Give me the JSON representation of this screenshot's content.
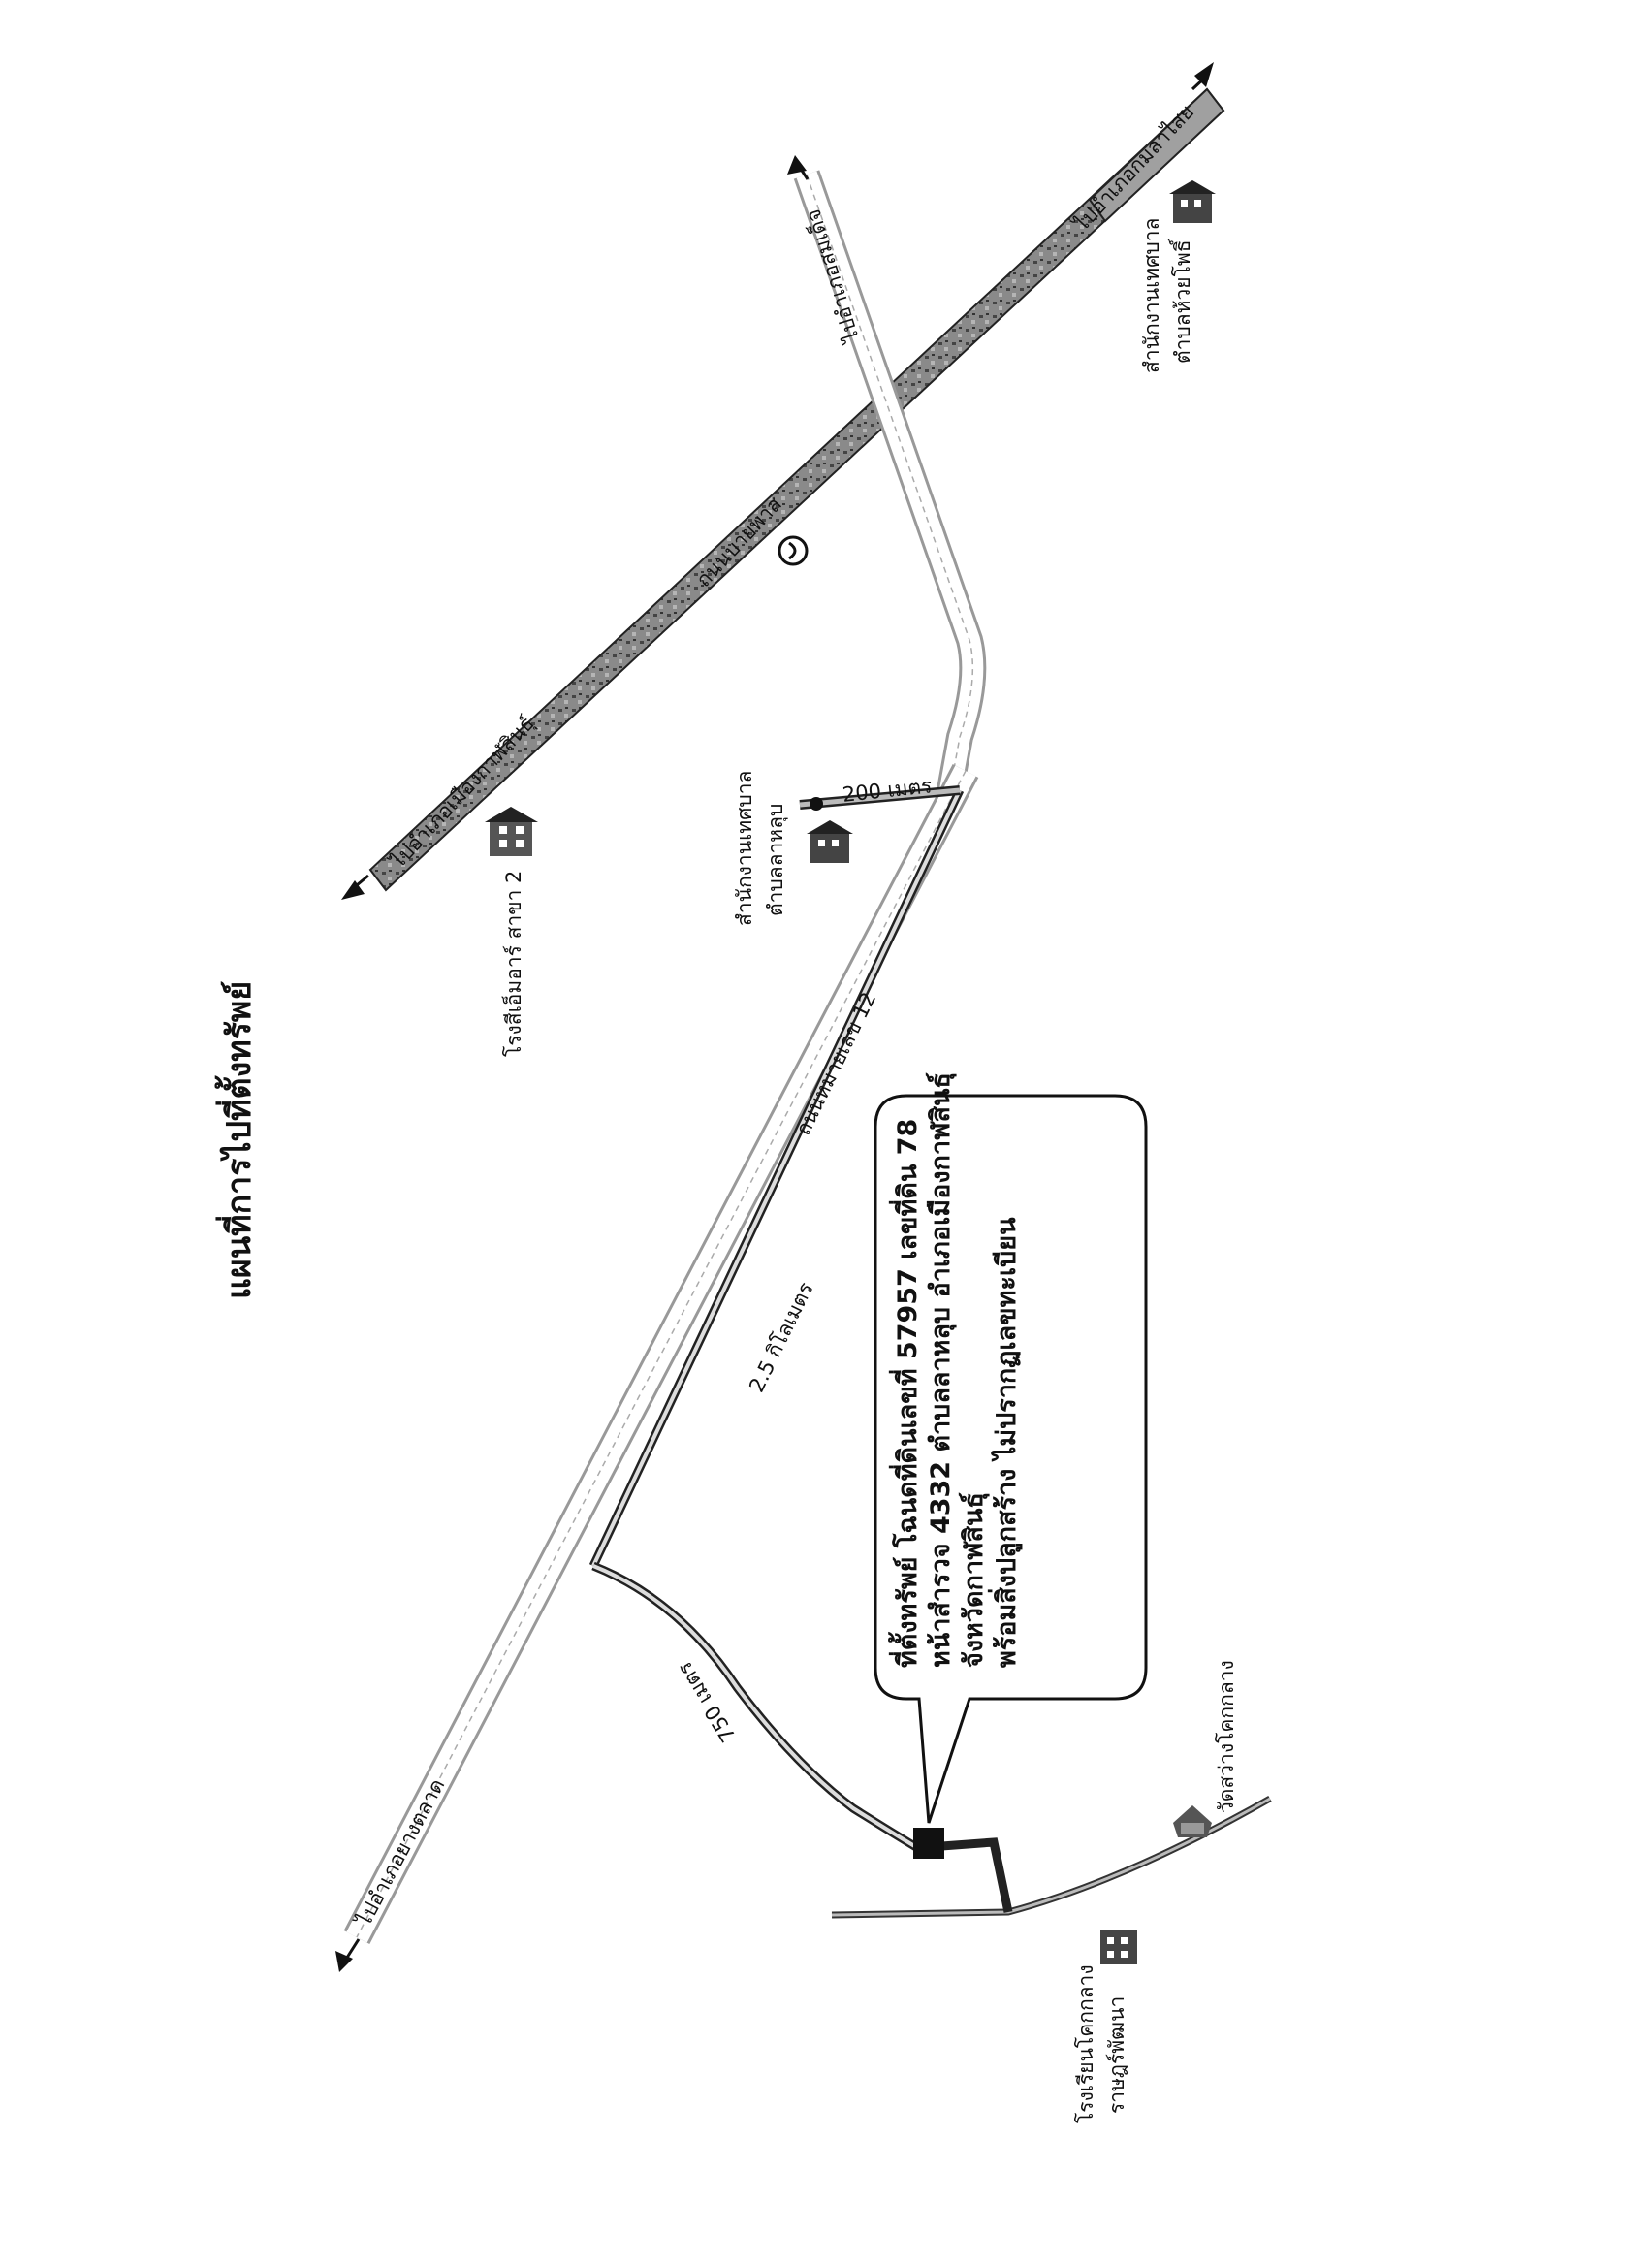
{
  "title": "แผนที่การไปที่ตั้งทรัพย์",
  "roads": {
    "highway_to_mueang": "ไปอำเภอเมืองกาฬสินธุ์",
    "highway_name": "ถนนบายพาส",
    "to_somdet": "ไปอำเภอสมเด็จ",
    "to_yang_talat": "ไปอำเภอยางตลาด",
    "to_kamalasai": "ไปอำเภอกมลาไสย",
    "road_12": "ถนนหมายเลข 12",
    "dist_25km": "2.5 กิโลเมตร",
    "dist_200m": "200 เมตร",
    "dist_750m": "750 เมตร"
  },
  "landmarks": {
    "lak_mueang": "โรงสีเอ็มอาร์ สาขา 2",
    "office_lahup_1": "สำนักงานเทศบาล",
    "office_lahup_2": "ตำบลลาหลุบ",
    "office_huaipho_1": "สำนักงานเทศบาล",
    "office_huaipho_2": "ตำบลห้วยโพธิ์",
    "school_1": "โรงเรียนโคกกลาง",
    "school_2": "ราษฎร์พัฒนา",
    "temple": "วัดสว่างโคกกลาง"
  },
  "callout": {
    "line1": "ที่ตั้งทรัพย์ โฉนดที่ดินเลขที่ 57957 เลขที่ดิน 78",
    "line2": "หน้าสำรวจ 4332 ตำบลลาหลุบ อำเภอเมืองกาฬสินธุ์",
    "line3": "จังหวัดกาฬสินธุ์",
    "line4": "พร้อมสิ่งปลูกสร้าง ไม่ปรากฏเลขทะเบียน"
  }
}
